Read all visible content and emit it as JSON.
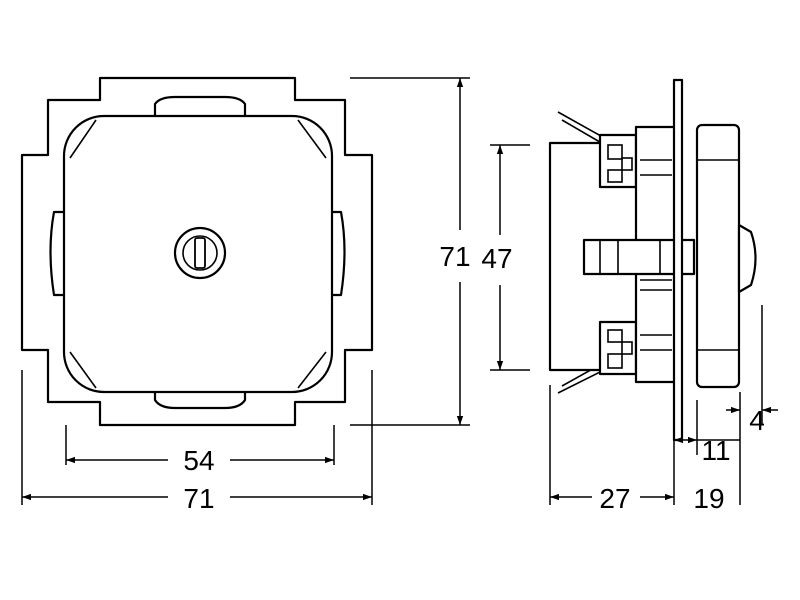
{
  "dimensions": {
    "front_width_overall": "71",
    "front_width_inner": "54",
    "front_height_overall": "71",
    "side_body_height": "47",
    "side_depth_body": "27",
    "side_depth_total": "19",
    "side_depth_frame": "11",
    "side_depth_knob": "4"
  }
}
